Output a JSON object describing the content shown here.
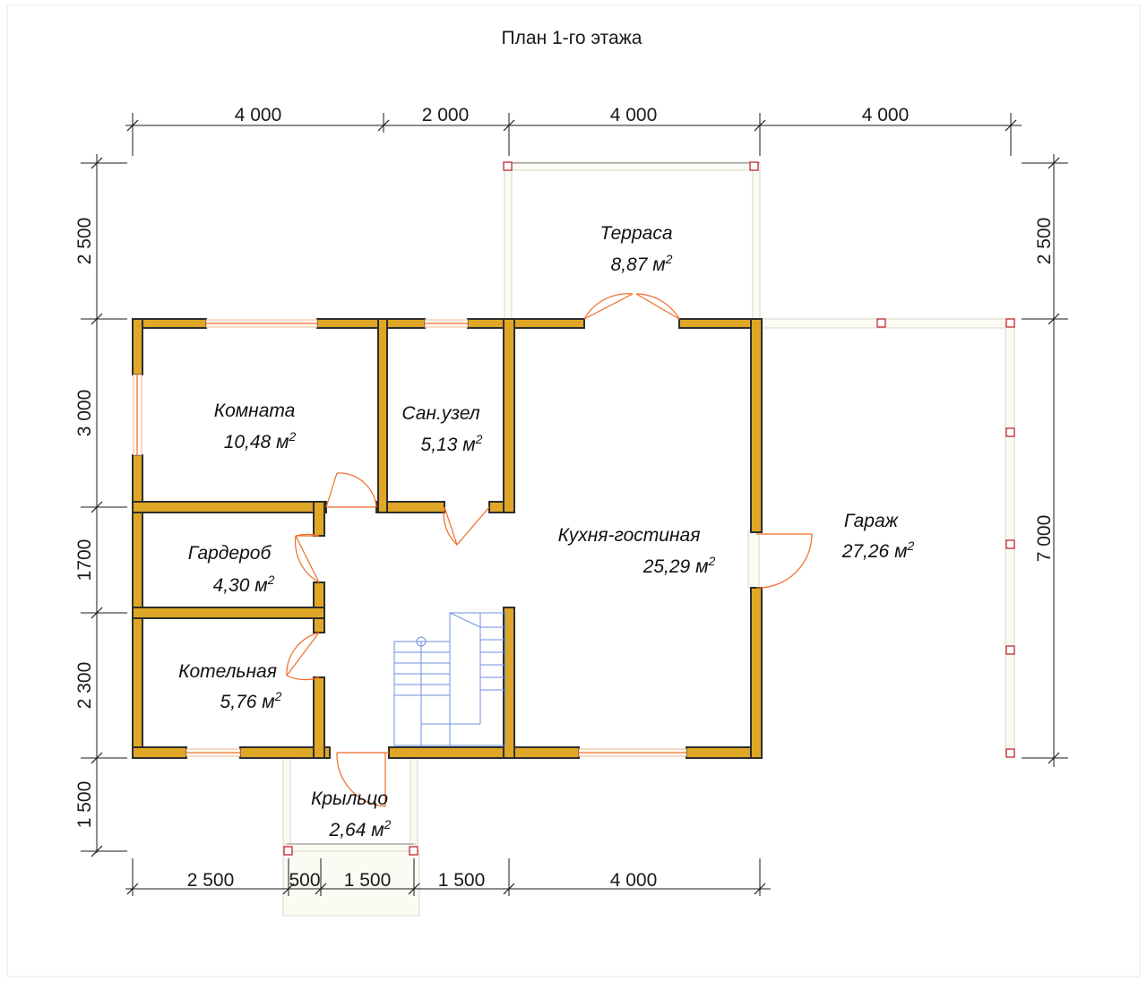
{
  "title": "План 1-го этажа",
  "dimensions": {
    "top": [
      "4 000",
      "2 000",
      "4 000",
      "4 000"
    ],
    "bottom": [
      "2 500",
      "500",
      "1 500",
      "1 500",
      "4 000"
    ],
    "left": [
      "2 500",
      "3 000",
      "1700",
      "2 300",
      "1 500"
    ],
    "right": [
      "2 500",
      "7 000"
    ]
  },
  "rooms": [
    {
      "name": "Терраса",
      "area": "8,87",
      "unit": "м",
      "sup": "2"
    },
    {
      "name": "Комната",
      "area": "10,48",
      "unit": "м",
      "sup": "2"
    },
    {
      "name": "Сан.узел",
      "area": "5,13",
      "unit": "м",
      "sup": "2"
    },
    {
      "name": "Гардероб",
      "area": "4,30",
      "unit": "м",
      "sup": "2"
    },
    {
      "name": "Котельная",
      "area": "5,76",
      "unit": "м",
      "sup": "2"
    },
    {
      "name": "Кухня-гостиная",
      "area": "25,29",
      "unit": "м",
      "sup": "2"
    },
    {
      "name": "Гараж",
      "area": "27,26",
      "unit": "м",
      "sup": "2"
    },
    {
      "name": "Крыльцо",
      "area": "2,64",
      "unit": "м",
      "sup": "2"
    }
  ],
  "colors": {
    "wall": "#e0a726",
    "door": "#ef6b27",
    "post": "#c0282e",
    "stair": "#6d8fe0"
  }
}
